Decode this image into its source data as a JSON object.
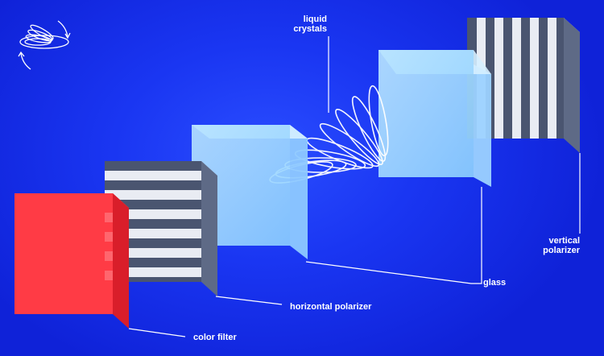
{
  "labels": {
    "liquid_crystals": "liquid\ncrystals",
    "glass": "glass",
    "vertical_polarizer": "vertical\npolarizer",
    "horizontal_polarizer": "horizontal polarizer",
    "color_filter": "color filter"
  },
  "colors": {
    "background": "#1a36f2",
    "color_filter": "#ff3b45",
    "glass": "#a9dcff",
    "polarizer_dark": "#4a5570",
    "polarizer_light": "#e9ecf3",
    "leader_line": "#ffffff"
  },
  "icons": {
    "rotation": "rotation-icon"
  }
}
